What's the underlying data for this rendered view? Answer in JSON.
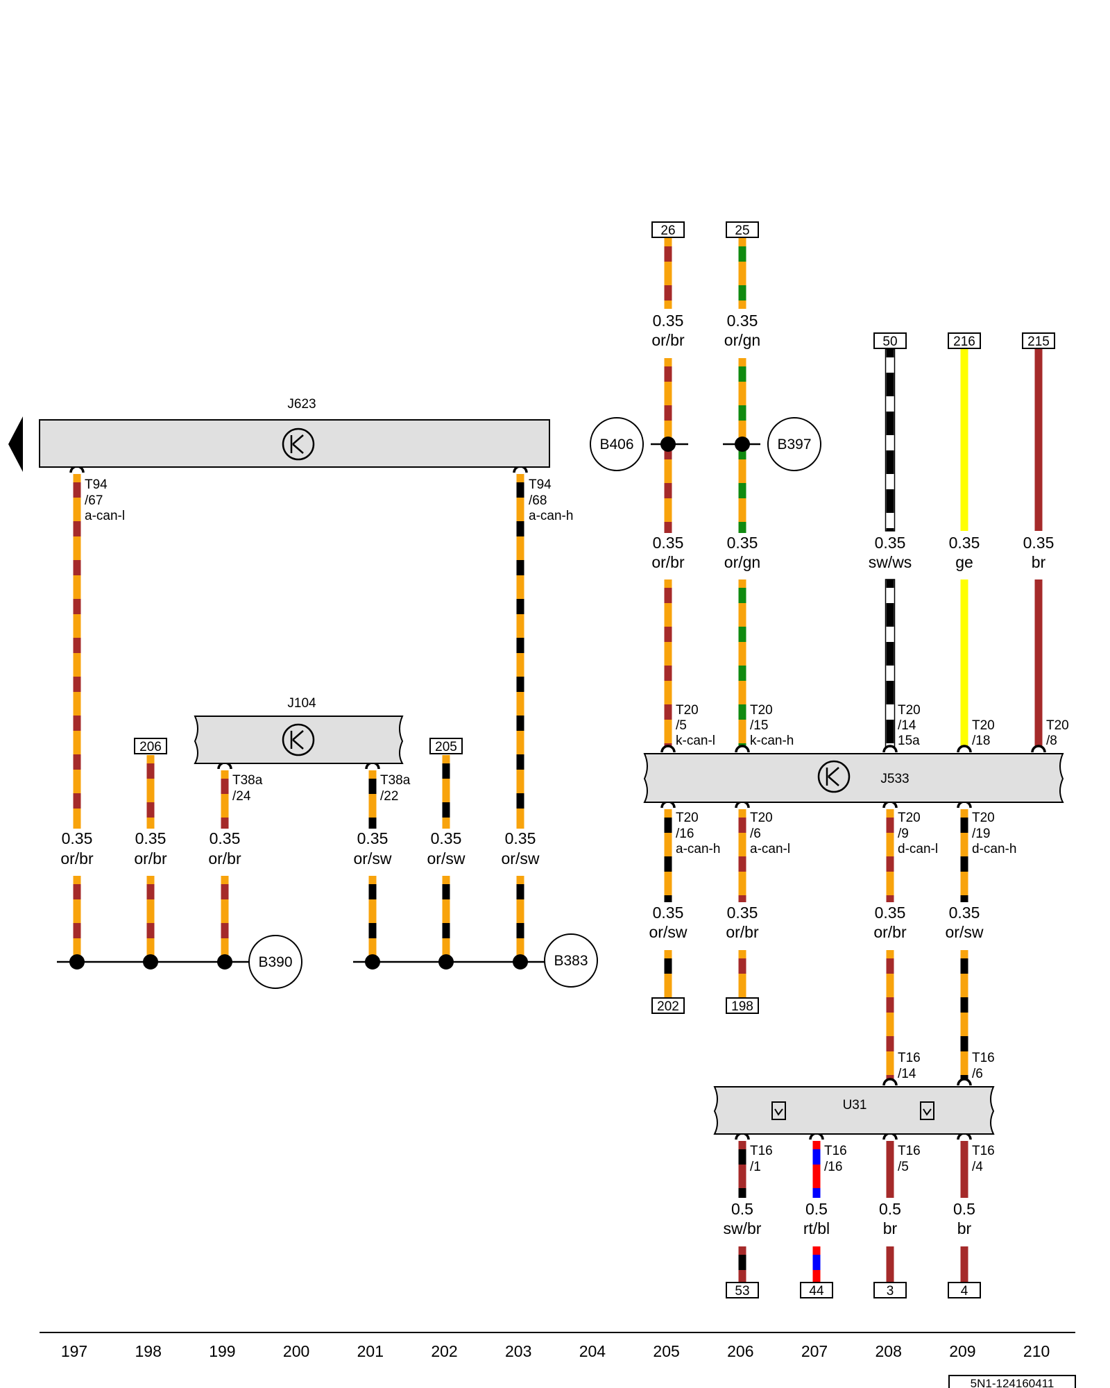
{
  "colors": {
    "or": "#f8a30c",
    "br": "#a52a2a",
    "gn": "#108a10",
    "sw": "#000000",
    "ws": "#ffffff",
    "ge": "#ffff00",
    "rt": "#ff0000",
    "bl": "#0000ff",
    "box_fill": "#e0e0e0"
  },
  "components": {
    "J623": "J623",
    "J104": "J104",
    "J533": "J533",
    "U31": "U31",
    "B406": "B406",
    "B397": "B397",
    "B390": "B390",
    "B383": "B383"
  },
  "terminals": {
    "t26": "26",
    "t25": "25",
    "t50": "50",
    "t216": "216",
    "t215": "215",
    "t206": "206",
    "t205": "205",
    "t202": "202",
    "t198": "198",
    "t53": "53",
    "t44": "44",
    "t3": "3",
    "t4": "4"
  },
  "wires": {
    "w26a": {
      "size": "0.35",
      "color": "or/br"
    },
    "w25a": {
      "size": "0.35",
      "color": "or/gn"
    },
    "w205b": {
      "size": "0.35",
      "color": "or/br"
    },
    "w206b": {
      "size": "0.35",
      "color": "or/gn"
    },
    "w208": {
      "size": "0.35",
      "color": "sw/ws"
    },
    "w209": {
      "size": "0.35",
      "color": "ge"
    },
    "w210": {
      "size": "0.35",
      "color": "br"
    },
    "w197": {
      "size": "0.35",
      "color": "or/br"
    },
    "w198": {
      "size": "0.35",
      "color": "or/br"
    },
    "w199": {
      "size": "0.35",
      "color": "or/br"
    },
    "w201": {
      "size": "0.35",
      "color": "or/sw"
    },
    "w202": {
      "size": "0.35",
      "color": "or/sw"
    },
    "w203": {
      "size": "0.35",
      "color": "or/sw"
    },
    "w205c": {
      "size": "0.35",
      "color": "or/sw"
    },
    "w206c": {
      "size": "0.35",
      "color": "or/br"
    },
    "w208c": {
      "size": "0.35",
      "color": "or/br"
    },
    "w209c": {
      "size": "0.35",
      "color": "or/sw"
    },
    "w206d": {
      "size": "0.5",
      "color": "sw/br"
    },
    "w207d": {
      "size": "0.5",
      "color": "rt/bl"
    },
    "w208d": {
      "size": "0.5",
      "color": "br"
    },
    "w209d": {
      "size": "0.5",
      "color": "br"
    }
  },
  "pins": {
    "p623_67": {
      "conn": "T94",
      "pin": "/67",
      "sig": "a-can-l"
    },
    "p623_68": {
      "conn": "T94",
      "pin": "/68",
      "sig": "a-can-h"
    },
    "p104_24": {
      "conn": "T38a",
      "pin": "/24"
    },
    "p104_22": {
      "conn": "T38a",
      "pin": "/22"
    },
    "p533_5": {
      "conn": "T20",
      "pin": "/5",
      "sig": "k-can-l"
    },
    "p533_15": {
      "conn": "T20",
      "pin": "/15",
      "sig": "k-can-h"
    },
    "p533_14": {
      "conn": "T20",
      "pin": "/14",
      "sig": "15a"
    },
    "p533_18": {
      "conn": "T20",
      "pin": "/18"
    },
    "p533_8": {
      "conn": "T20",
      "pin": "/8"
    },
    "p533_16": {
      "conn": "T20",
      "pin": "/16",
      "sig": "a-can-h"
    },
    "p533_6": {
      "conn": "T20",
      "pin": "/6",
      "sig": "a-can-l"
    },
    "p533_9": {
      "conn": "T20",
      "pin": "/9",
      "sig": "d-can-l"
    },
    "p533_19": {
      "conn": "T20",
      "pin": "/19",
      "sig": "d-can-h"
    },
    "pU31_14": {
      "conn": "T16",
      "pin": "/14"
    },
    "pU31_6": {
      "conn": "T16",
      "pin": "/6"
    },
    "pU31_1": {
      "conn": "T16",
      "pin": "/1"
    },
    "pU31_16": {
      "conn": "T16",
      "pin": "/16"
    },
    "pU31_5": {
      "conn": "T16",
      "pin": "/5"
    },
    "pU31_4": {
      "conn": "T16",
      "pin": "/4"
    }
  },
  "axis": {
    "ticks": [
      "197",
      "198",
      "199",
      "200",
      "201",
      "202",
      "203",
      "204",
      "205",
      "206",
      "207",
      "208",
      "209",
      "210"
    ]
  },
  "reference": "5N1-124160411"
}
